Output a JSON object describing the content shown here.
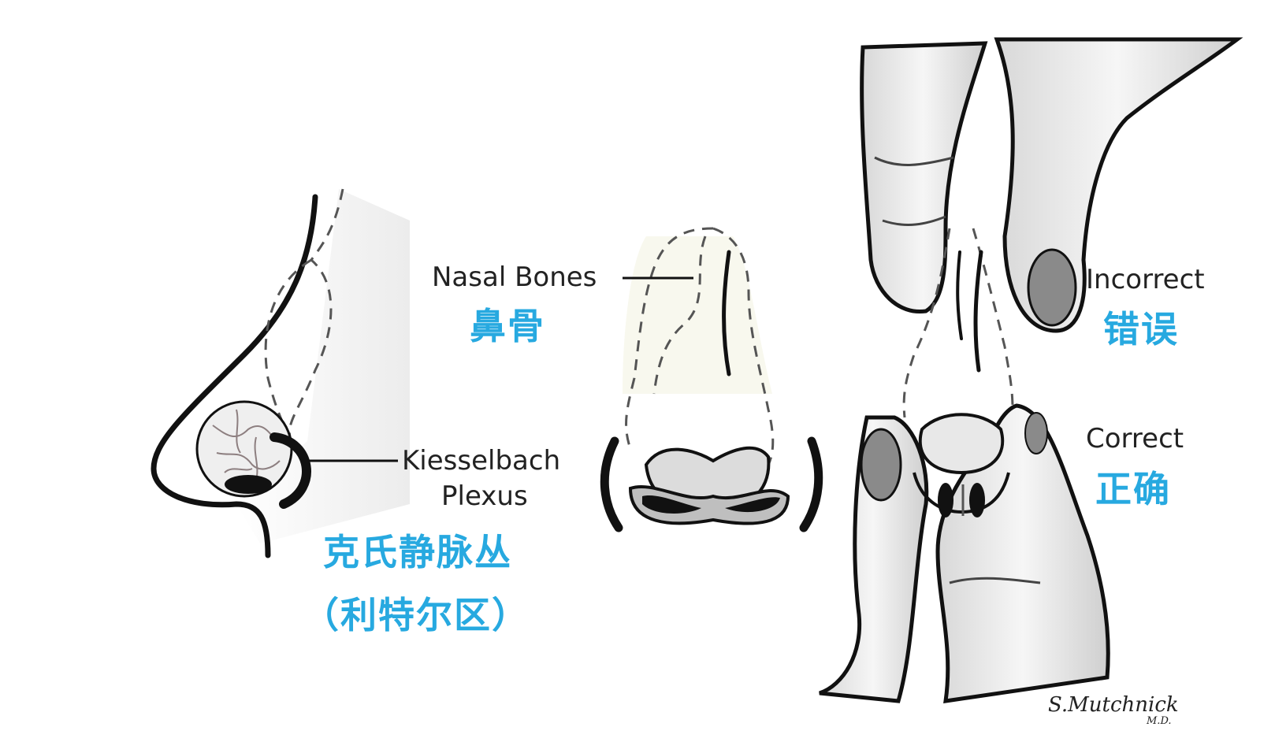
{
  "labels": {
    "nasal_bones_en": "Nasal Bones",
    "nasal_bones_zh": "鼻骨",
    "kiesselbach_en_line1": "Kiesselbach",
    "kiesselbach_en_line2": "Plexus",
    "kiesselbach_zh_line1": "克氏静脉丛",
    "kiesselbach_zh_line2": "（利特尔区）",
    "incorrect_en": "Incorrect",
    "incorrect_zh": "错误",
    "correct_en": "Correct",
    "correct_zh": "正确"
  },
  "signature": {
    "name": "S.Mutchnick",
    "suffix": "M.D."
  },
  "colors": {
    "label_blue": "#27a9e0",
    "ink": "#111111",
    "skin_shade": "#e6e6e6",
    "nail_gray": "#8a8a8a"
  }
}
